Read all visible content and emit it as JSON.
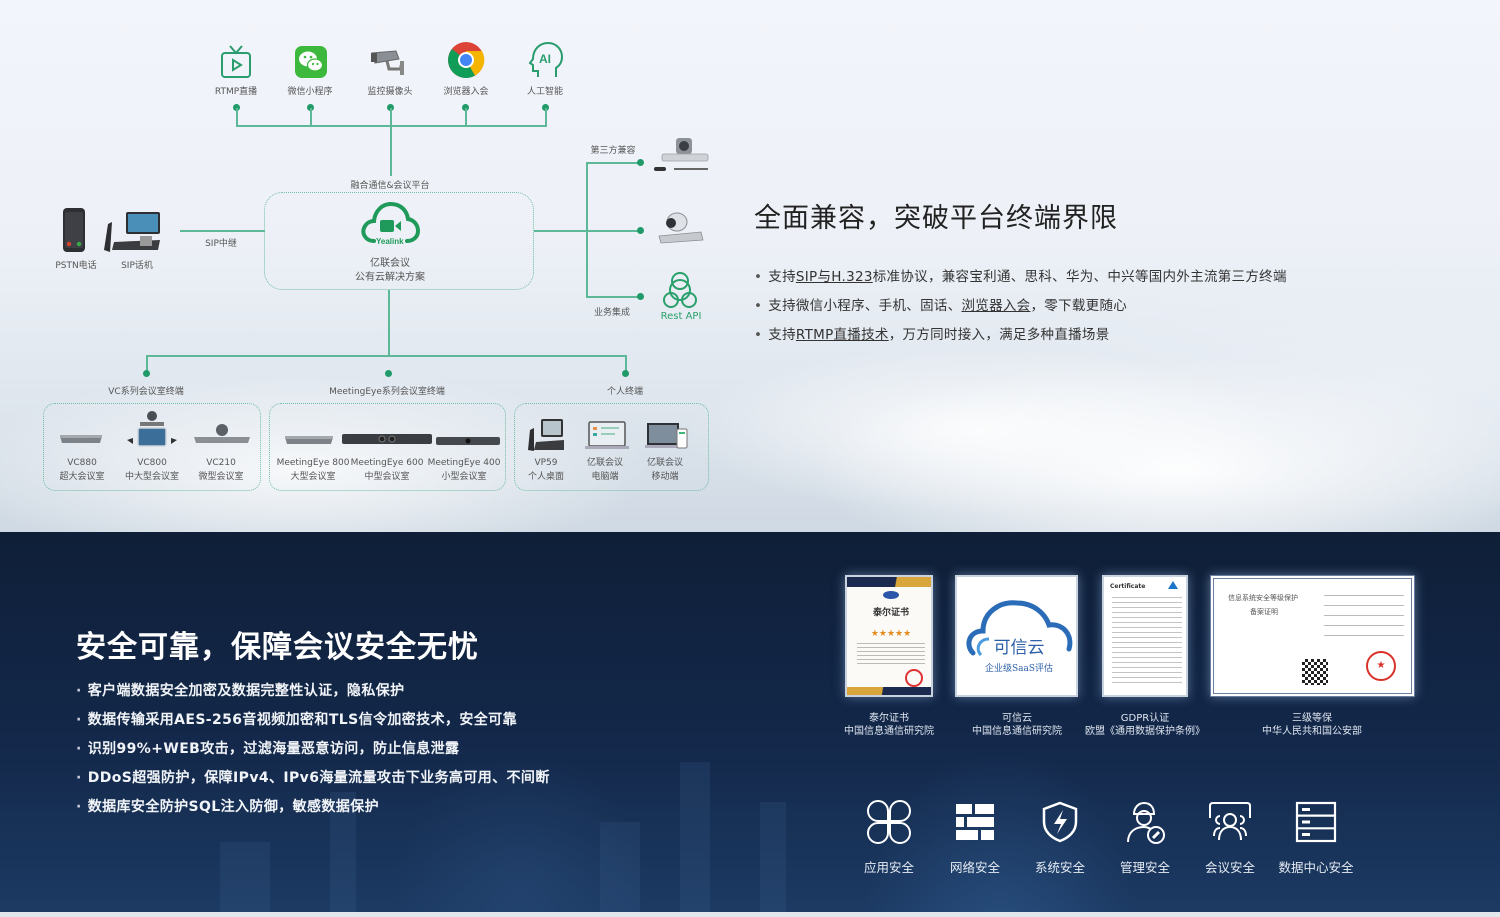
{
  "diagram": {
    "top_entries": [
      {
        "label": "RTMP直播",
        "icon": "tv-play-icon"
      },
      {
        "label": "微信小程序",
        "icon": "wechat-icon"
      },
      {
        "label": "监控摄像头",
        "icon": "surveillance-camera-icon"
      },
      {
        "label": "浏览器入会",
        "icon": "chrome-browser-icon"
      },
      {
        "label": "人工智能",
        "icon": "ai-head-icon"
      }
    ],
    "platform": {
      "caption": "融合通信&会议平台",
      "logo_text": "Yealink",
      "name": "亿联会议",
      "subtitle": "公有云解决方案"
    },
    "left": {
      "link_label": "SIP中继",
      "devices": [
        {
          "label": "PSTN电话",
          "icon": "mobile-phone-icon"
        },
        {
          "label": "SIP话机",
          "icon": "desk-phone-icon"
        }
      ]
    },
    "right": {
      "third_party_label": "第三方兼容",
      "integration_label": "业务集成",
      "rest_api_label": "Rest API",
      "devices": [
        {
          "icon": "third-party-conference-camera-icon"
        },
        {
          "icon": "third-party-codec-camera-icon"
        },
        {
          "icon": "rest-api-icon"
        }
      ]
    },
    "groups": [
      {
        "title": "VC系列会议室终端",
        "devices": [
          {
            "name": "VC880",
            "sub": "超大会议室"
          },
          {
            "name": "VC800",
            "sub": "中大型会议室"
          },
          {
            "name": "VC210",
            "sub": "微型会议室"
          }
        ]
      },
      {
        "title": "MeetingEye系列会议室终端",
        "devices": [
          {
            "name": "MeetingEye 800",
            "sub": "大型会议室"
          },
          {
            "name": "MeetingEye 600",
            "sub": "中型会议室"
          },
          {
            "name": "MeetingEye 400",
            "sub": "小型会议室"
          }
        ]
      },
      {
        "title": "个人终端",
        "devices": [
          {
            "name": "VP59",
            "sub": "个人桌面"
          },
          {
            "name": "亿联会议",
            "sub": "电脑端"
          },
          {
            "name": "亿联会议",
            "sub": "移动端"
          }
        ]
      }
    ]
  },
  "compat": {
    "title": "全面兼容，突破平台终端界限",
    "bullets": [
      {
        "pre": "支持",
        "link": "SIP与H.323",
        "post": "标准协议，兼容宝利通、思科、华为、中兴等国内外主流第三方终端"
      },
      {
        "pre": "支持微信小程序、手机、固话、",
        "link": "浏览器入会",
        "post": "，零下载更随心"
      },
      {
        "pre": "支持",
        "link": "RTMP直播技术",
        "post": "，万方同时接入，满足多种直播场景"
      }
    ]
  },
  "security": {
    "title": "安全可靠，保障会议安全无忧",
    "bullets": [
      "客户端数据安全加密及数据完整性认证，隐私保护",
      "数据传输采用AES-256音视频加密和TLS信令加密技术，安全可靠",
      "识别99%+WEB攻击，过滤海量恶意访问，防止信息泄露",
      "DDoS超强防护，保障IPv4、IPv6海量流量攻击下业务高可用、不间断",
      "数据库安全防护SQL注入防御，敏感数据保护"
    ],
    "certificates": [
      {
        "title": "泰尔证书",
        "issuer": "中国信息通信研究院",
        "doc_heading": "泰尔证书",
        "stars": "★★★★★"
      },
      {
        "title": "可信云",
        "issuer": "中国信息通信研究院",
        "doc_heading": "可信云",
        "doc_sub": "企业级SaaS评估"
      },
      {
        "title": "GDPR认证",
        "issuer": "欧盟《通用数据保护条例》",
        "doc_heading": "Certificate"
      },
      {
        "title": "三级等保",
        "issuer": "中华人民共和国公安部",
        "doc_heading": "信息系统安全等级保护",
        "doc_sub": "备案证明"
      }
    ],
    "categories": [
      {
        "label": "应用安全",
        "icon": "clover-app-icon"
      },
      {
        "label": "网络安全",
        "icon": "firewall-brick-icon"
      },
      {
        "label": "系统安全",
        "icon": "shield-lightning-icon"
      },
      {
        "label": "管理安全",
        "icon": "engineer-wrench-icon"
      },
      {
        "label": "会议安全",
        "icon": "meeting-people-icon"
      },
      {
        "label": "数据中心安全",
        "icon": "server-rack-icon"
      }
    ]
  },
  "colors": {
    "accent_green": "#1f9a68",
    "line_green": "#5cb896",
    "navy_bg": "#13284a"
  }
}
